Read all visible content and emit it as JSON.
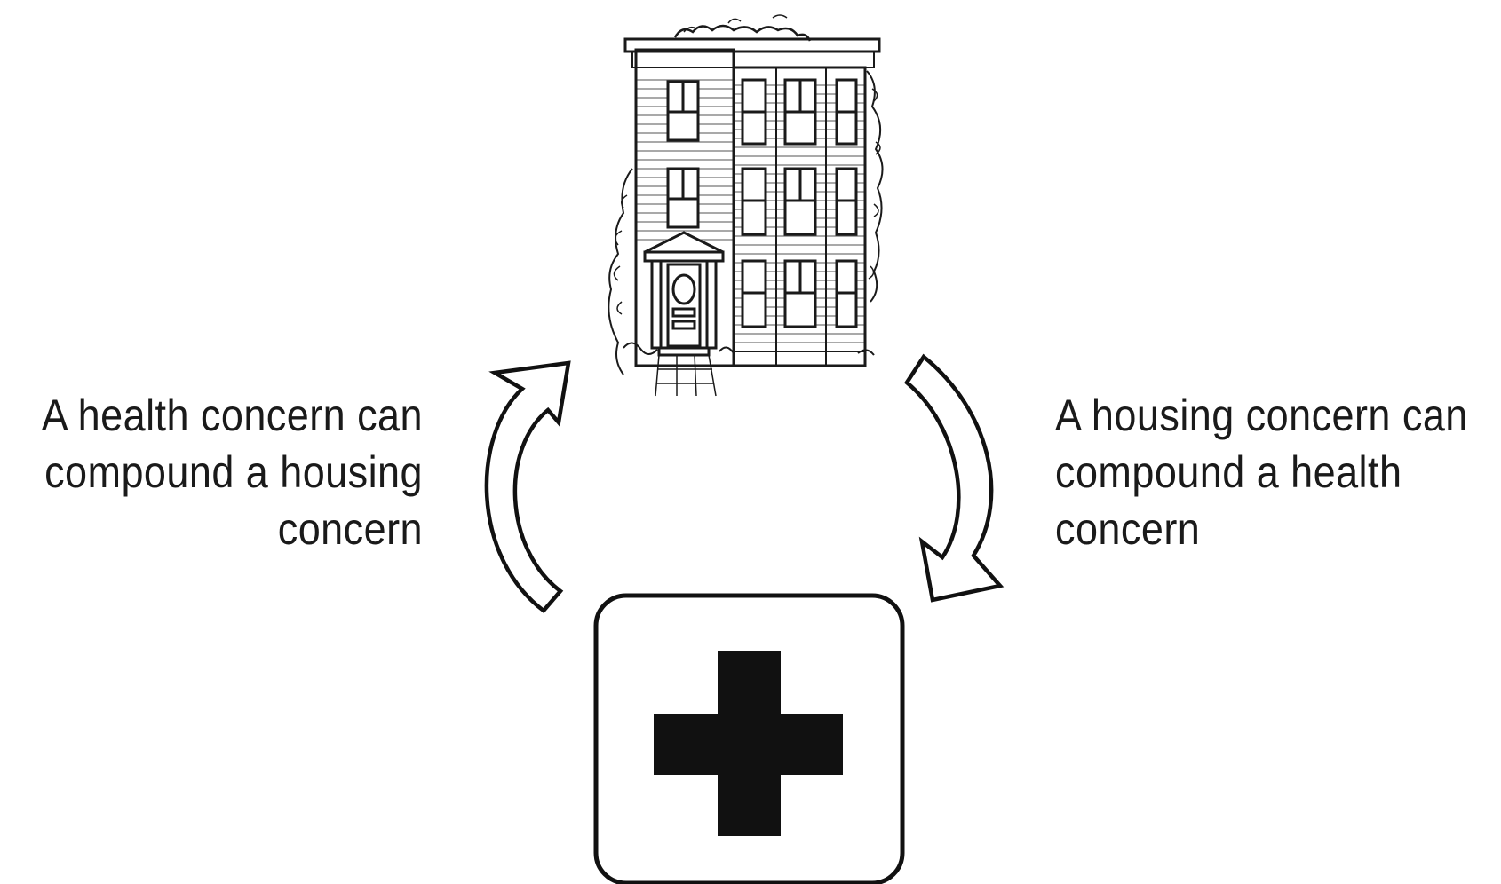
{
  "diagram": {
    "left_caption": {
      "lines": [
        "A health concern can",
        "compound a housing",
        "concern"
      ]
    },
    "right_caption": {
      "lines": [
        "A housing concern can",
        "compound a health",
        "concern"
      ]
    },
    "nodes": {
      "top": "house-illustration",
      "bottom": "first-aid-cross-icon"
    },
    "colors": {
      "ink": "#1a1a1a",
      "background": "#ffffff"
    }
  }
}
